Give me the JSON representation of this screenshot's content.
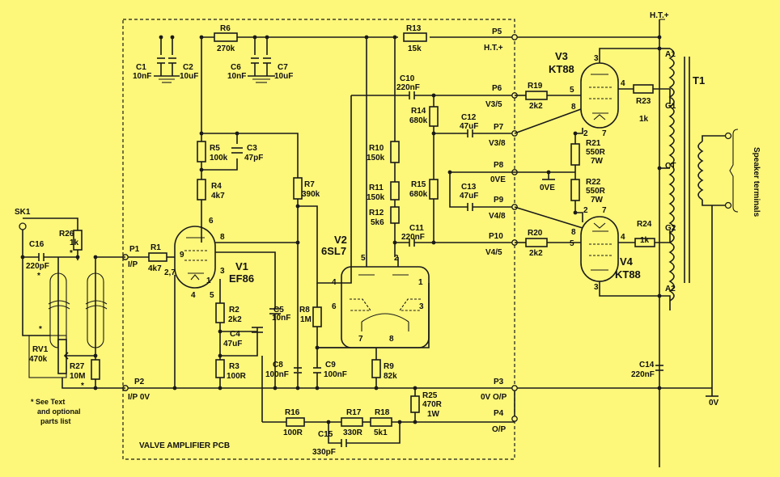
{
  "colors": {
    "background": "#fdf77a",
    "ink": "#1a1a1a"
  },
  "pcb": {
    "label": "VALVE AMPLIFIER PCB"
  },
  "pads": {
    "p1": "P1",
    "p1_sub": "I/P",
    "p2": "P2",
    "p2_sub": "I/P 0V",
    "p3": "P3",
    "p3_sub": "0V O/P",
    "p4": "P4",
    "p4_sub": "O/P",
    "p5": "P5",
    "p5_sub": "H.T.+",
    "p6": "P6",
    "p6_sub": "V3/5",
    "p7": "P7",
    "p7_sub": "V3/8",
    "p8": "P8",
    "p8_sub": "0VE",
    "p9": "P9",
    "p9_sub": "V4/8",
    "p10": "P10",
    "p10_sub": "V4/5"
  },
  "rails": {
    "ht": "H.T.+",
    "zero_v": "0V",
    "zero_ve": "0VE"
  },
  "connectors": {
    "sk1": "SK1",
    "speaker": "Speaker terminals"
  },
  "transformer": {
    "name": "T1",
    "a1": "A1",
    "g1": "G1",
    "ct": "CT",
    "g2": "G2",
    "a2": "A2"
  },
  "note": {
    "line1": "* See Text",
    "line2": "and optional",
    "line3": "parts list"
  },
  "valves": {
    "v1": {
      "name": "V1",
      "type": "EF86",
      "pins_a": "2,7",
      "pin9": "9",
      "pin6": "6",
      "pin8": "8",
      "pin3": "3",
      "pin1": "1",
      "pin4": "4",
      "pin5": "5"
    },
    "v2": {
      "name": "V2",
      "type": "6SL7",
      "pin5": "5",
      "pin2": "2",
      "pin4": "4",
      "pin1": "1",
      "pin6": "6",
      "pin3": "3",
      "pin7": "7",
      "pin8": "8"
    },
    "v3": {
      "name": "V3",
      "type": "KT88",
      "pin3": "3",
      "pin4": "4",
      "pin5": "5",
      "pin8": "8",
      "pin2": "2",
      "pin7": "7"
    },
    "v4": {
      "name": "V4",
      "type": "KT88",
      "pin3": "3",
      "pin4": "4",
      "pin5": "5",
      "pin8": "8",
      "pin2": "2",
      "pin7": "7"
    }
  },
  "components": {
    "r1": {
      "ref": "R1",
      "value": "4k7"
    },
    "r2": {
      "ref": "R2",
      "value": "2k2"
    },
    "r3": {
      "ref": "R3",
      "value": "100R"
    },
    "r4": {
      "ref": "R4",
      "value": "4k7"
    },
    "r5": {
      "ref": "R5",
      "value": "100k"
    },
    "r6": {
      "ref": "R6",
      "value": "270k"
    },
    "r7": {
      "ref": "R7",
      "value": "390k"
    },
    "r8": {
      "ref": "R8",
      "value": "1M"
    },
    "r9": {
      "ref": "R9",
      "value": "82k"
    },
    "r10": {
      "ref": "R10",
      "value": "150k"
    },
    "r11": {
      "ref": "R11",
      "value": "150k"
    },
    "r12": {
      "ref": "R12",
      "value": "5k6"
    },
    "r13": {
      "ref": "R13",
      "value": "15k"
    },
    "r14": {
      "ref": "R14",
      "value": "680k"
    },
    "r15": {
      "ref": "R15",
      "value": "680k"
    },
    "r16": {
      "ref": "R16",
      "value": "100R"
    },
    "r17": {
      "ref": "R17",
      "value": "330R"
    },
    "r18": {
      "ref": "R18",
      "value": "5k1"
    },
    "r19": {
      "ref": "R19",
      "value": "2k2"
    },
    "r20": {
      "ref": "R20",
      "value": "2k2"
    },
    "r21": {
      "ref": "R21",
      "value": "550R",
      "rating": "7W"
    },
    "r22": {
      "ref": "R22",
      "value": "550R",
      "rating": "7W"
    },
    "r23": {
      "ref": "R23",
      "value": "1k"
    },
    "r24": {
      "ref": "R24",
      "value": "1k"
    },
    "r25": {
      "ref": "R25",
      "value": "470R",
      "rating": "1W"
    },
    "r26": {
      "ref": "R26",
      "value": "1k",
      "mark": "*"
    },
    "r27": {
      "ref": "R27",
      "value": "10M",
      "mark": "*"
    },
    "rv1": {
      "ref": "RV1",
      "value": "470k",
      "mark": "*"
    },
    "c1": {
      "ref": "C1",
      "value": "10nF"
    },
    "c2": {
      "ref": "C2",
      "value": "10uF"
    },
    "c3": {
      "ref": "C3",
      "value": "47pF"
    },
    "c4": {
      "ref": "C4",
      "value": "47uF"
    },
    "c5": {
      "ref": "C5",
      "value": "10nF"
    },
    "c6": {
      "ref": "C6",
      "value": "10nF"
    },
    "c7": {
      "ref": "C7",
      "value": "10uF"
    },
    "c8": {
      "ref": "C8",
      "value": "100nF"
    },
    "c9": {
      "ref": "C9",
      "value": "100nF"
    },
    "c10": {
      "ref": "C10",
      "value": "220nF"
    },
    "c11": {
      "ref": "C11",
      "value": "220nF"
    },
    "c12": {
      "ref": "C12",
      "value": "47uF"
    },
    "c13": {
      "ref": "C13",
      "value": "47uF"
    },
    "c14": {
      "ref": "C14",
      "value": "220nF"
    },
    "c15": {
      "ref": "C15",
      "value": "330pF"
    },
    "c16": {
      "ref": "C16",
      "value": "220pF",
      "mark": "*"
    }
  }
}
